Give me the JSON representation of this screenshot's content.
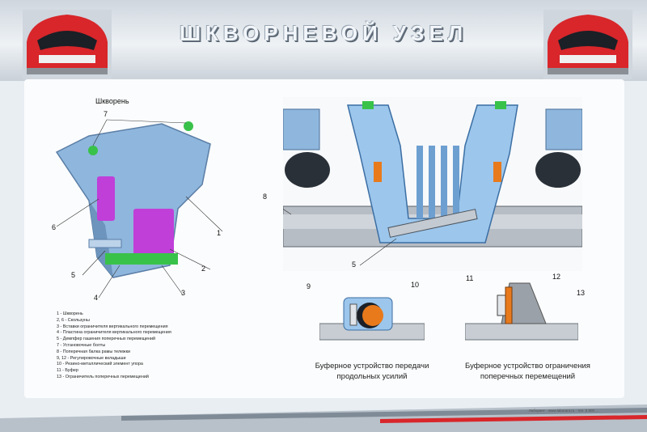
{
  "title": "ШКВОРНЕВОЙ УЗЕЛ",
  "left_figure": {
    "heading": "Шкворень",
    "callouts": [
      "7",
      "6",
      "1",
      "2",
      "5",
      "4",
      "3"
    ]
  },
  "right_figure": {
    "callouts": [
      "8",
      "5"
    ]
  },
  "detail_left": {
    "callouts": [
      "9",
      "10"
    ],
    "caption": "Буферное устройство передачи\nпродольных усилий"
  },
  "detail_right": {
    "callouts": [
      "11",
      "12",
      "13"
    ],
    "caption": "Буферное устройство ограничения\nпоперечных перемещений"
  },
  "legend": [
    "1 - Шкворень",
    "2, 6 - Скользуны",
    "3 - Вставки ограничителя вертикального перемещения",
    "4 - Пластина ограничителя вертикального перемещения",
    "5 - Демпфер гашения поперечных перемещений",
    "7 - Установочные болты",
    "8 - Поперечная балка рамы тележки",
    "9, 12 - Регулировочные вкладыши",
    "10 - Резино-металлический элемент упора",
    "11 - Буфер",
    "13 - Ограничитель поперечных перемещений"
  ],
  "footer_text": "Лаборант · www.laborant.ru · тел. 8 800 ...",
  "colors": {
    "frame_blue": "#8fb6dc",
    "highlight_magenta": "#c03fd8",
    "highlight_green": "#39c24a",
    "buffer_orange": "#e87a1c",
    "train_red": "#d8262a"
  }
}
